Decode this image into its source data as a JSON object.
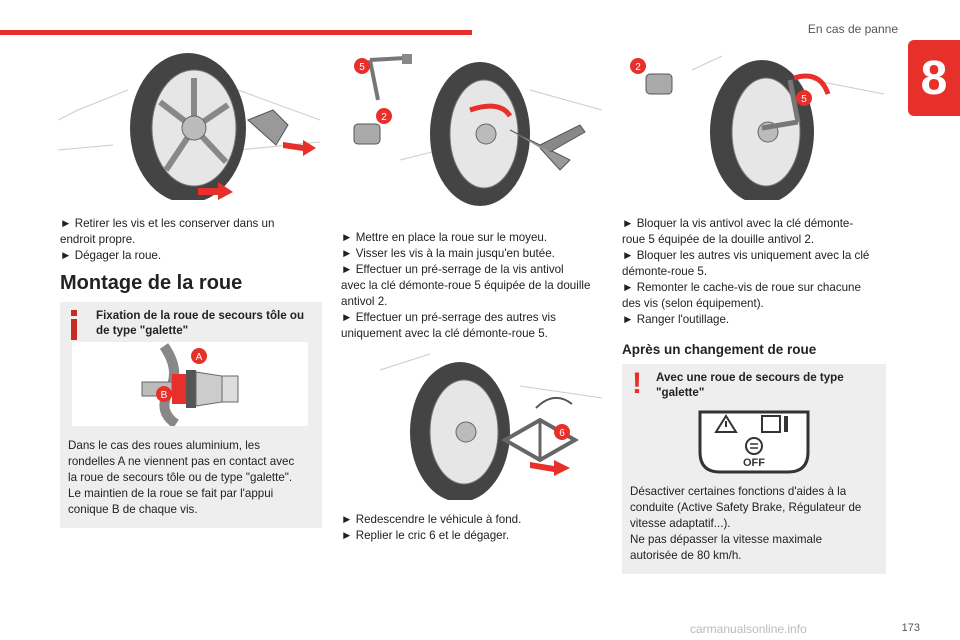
{
  "header": {
    "section": "En cas de panne",
    "chapter": "8"
  },
  "footer": {
    "page": "173",
    "watermark": "carmanualsonline.info"
  },
  "col1": {
    "lines": [
      "► Retirer les vis et les conserver dans un",
      "endroit propre.",
      "► Dégager la roue."
    ],
    "heading": "Montage de la roue",
    "info_title_1": "Fixation de la roue de secours tôle ou",
    "info_title_2": "de type \"galette\"",
    "info_lines": [
      "Dans le cas des roues aluminium, les",
      "rondelles A ne viennent pas en contact avec",
      "la roue de secours tôle ou de type \"galette\".",
      "Le maintien de la roue se fait par l'appui",
      "conique B de chaque vis."
    ],
    "label_a": "A",
    "label_b": "B"
  },
  "col2": {
    "lines": [
      "► Mettre en place la roue sur le moyeu.",
      "► Visser les vis à la main jusqu'en butée.",
      "► Effectuer un pré-serrage de la vis antivol",
      "avec la clé démonte-roue 5 équipée de la douille",
      "antivol 2.",
      "► Effectuer un pré-serrage des autres vis",
      "uniquement avec la clé démonte-roue 5."
    ],
    "lines2": [
      "► Redescendre le véhicule à fond.",
      "► Replier le cric 6 et le dégager."
    ],
    "badge_5": "5",
    "badge_2": "2",
    "badge_6": "6"
  },
  "col3": {
    "lines": [
      "► Bloquer la vis antivol avec la clé démonte-",
      "roue 5 équipée de la douille antivol 2.",
      "► Bloquer les autres vis uniquement avec la clé",
      "démonte-roue 5.",
      "► Remonter le cache-vis de roue sur chacune",
      "des vis (selon équipement).",
      "► Ranger l'outillage."
    ],
    "heading": "Après un changement de roue",
    "warn_title_1": "Avec une roue de secours de type",
    "warn_title_2": "\"galette\"",
    "off_label": "OFF",
    "warn_lines": [
      "Désactiver certaines fonctions d'aides à la",
      "conduite (Active Safety Brake, Régulateur de",
      "vitesse adaptatif...).",
      "Ne pas dépasser la vitesse maximale",
      "autorisée de 80 km/h."
    ],
    "badge_2": "2",
    "badge_5": "5"
  }
}
